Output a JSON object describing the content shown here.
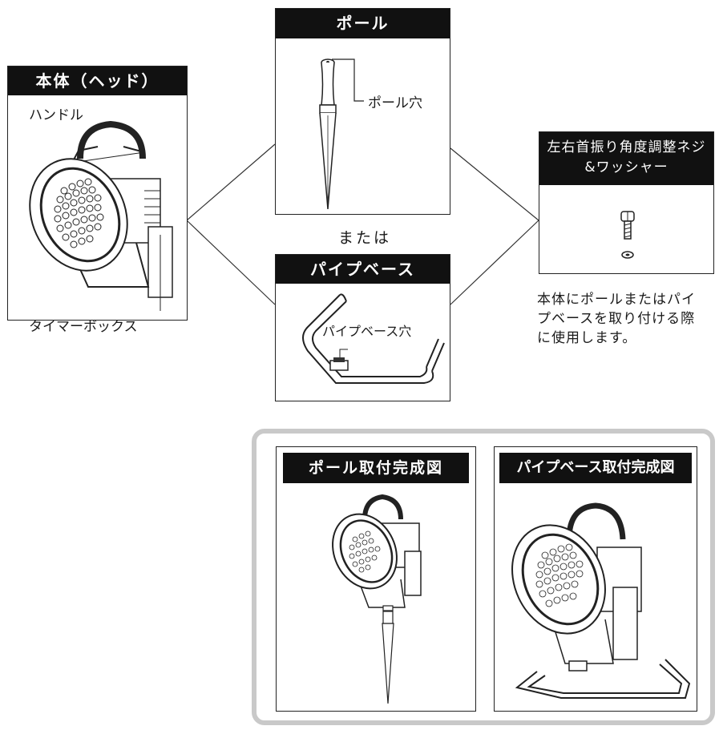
{
  "head": {
    "title": "本体（ヘッド）",
    "handle_label": "ハンドル",
    "timer_label": "タイマーボックス"
  },
  "pole": {
    "title": "ポール",
    "hole_label": "ポール穴"
  },
  "or_text": "または",
  "pipe": {
    "title": "パイプベース",
    "hole_label": "パイプベース穴"
  },
  "screw": {
    "title_line1": "左右首振り角度調整ネジ",
    "title_line2": "&ワッシャー",
    "note_line1": "本体にポールまたはパイ",
    "note_line2": "プベースを取り付ける際",
    "note_line3": "に使用します。"
  },
  "assembled": {
    "pole_title": "ポール取付完成図",
    "pipe_title": "パイプベース取付完成図"
  }
}
